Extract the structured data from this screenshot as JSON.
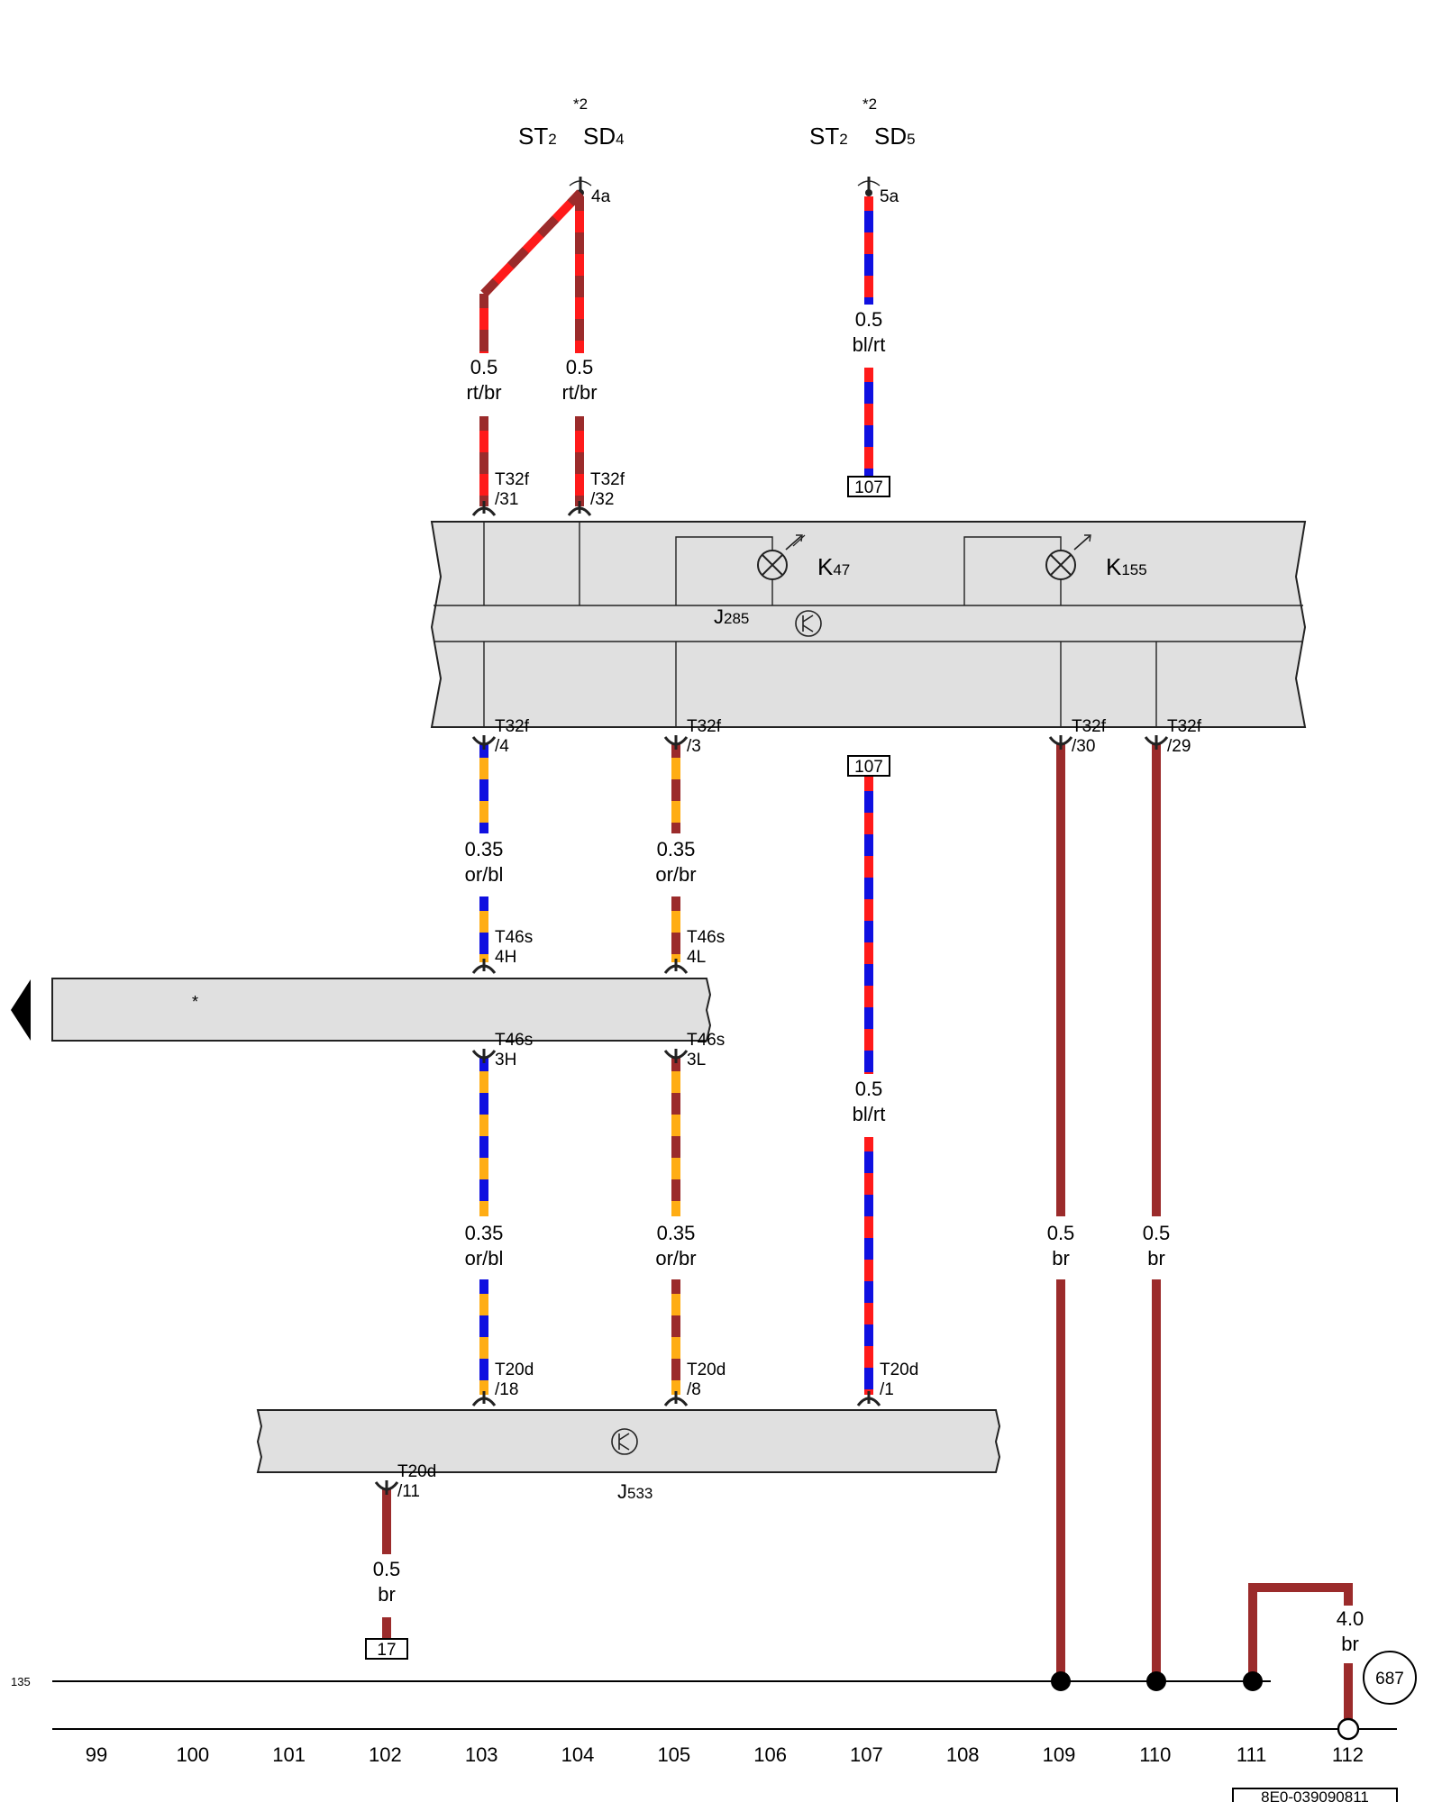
{
  "colors": {
    "rt": "#ff1a1a",
    "br": "#9b2b2b",
    "bl": "#1010e0",
    "or": "#ffad14",
    "frame_fill": "#e0e0e0"
  },
  "top": {
    "star_left": "*2",
    "star_right": "*2",
    "st2_left": "ST",
    "st2_left_sub": "2",
    "sd4": "SD",
    "sd4_sub": "4",
    "st2_right": "ST",
    "st2_right_sub": "2",
    "sd5": "SD",
    "sd5_sub": "5",
    "pin_4a": "4a",
    "pin_5a": "5a"
  },
  "wires": {
    "w1_size": "0.5",
    "w1_color": "rt/br",
    "w2_size": "0.5",
    "w2_color": "rt/br",
    "w3_size": "0.5",
    "w3_color": "bl/rt",
    "w4_size": "0.35",
    "w4_color": "or/bl",
    "w5_size": "0.35",
    "w5_color": "or/br",
    "w6_size": "0.5",
    "w6_color": "bl/rt",
    "w7_size": "0.35",
    "w7_color": "or/bl",
    "w8_size": "0.35",
    "w8_color": "or/br",
    "w9_size": "0.5",
    "w9_color": "br",
    "w10_size": "0.5",
    "w10_color": "br",
    "w11_size": "0.5",
    "w11_color": "br",
    "w12_size": "4.0",
    "w12_color": "br"
  },
  "connectors": {
    "t32f_31_a": "T32f",
    "t32f_31_b": "/31",
    "t32f_32_a": "T32f",
    "t32f_32_b": "/32",
    "t32f_4_a": "T32f",
    "t32f_4_b": "/4",
    "t32f_3_a": "T32f",
    "t32f_3_b": "/3",
    "t32f_30_a": "T32f",
    "t32f_30_b": "/30",
    "t32f_29_a": "T32f",
    "t32f_29_b": "/29",
    "t46s_4h_a": "T46s",
    "t46s_4h_b": "4H",
    "t46s_4l_a": "T46s",
    "t46s_4l_b": "4L",
    "t46s_3h_a": "T46s",
    "t46s_3h_b": "3H",
    "t46s_3l_a": "T46s",
    "t46s_3l_b": "3L",
    "t20d_18_a": "T20d",
    "t20d_18_b": "/18",
    "t20d_8_a": "T20d",
    "t20d_8_b": "/8",
    "t20d_1_a": "T20d",
    "t20d_1_b": "/1",
    "t20d_11_a": "T20d",
    "t20d_11_b": "/11"
  },
  "components": {
    "k47": "K",
    "k47_sub": "47",
    "k155": "K",
    "k155_sub": "155",
    "j285": "J",
    "j285_sub": "285",
    "j533": "J",
    "j533_sub": "533",
    "bus_star": "*"
  },
  "refs": {
    "ref_107_top": "107",
    "ref_107_mid": "107",
    "ref_17": "17",
    "ref_687": "687"
  },
  "ground": {
    "line_number": "135"
  },
  "columns": [
    "99",
    "100",
    "101",
    "102",
    "103",
    "104",
    "105",
    "106",
    "107",
    "108",
    "109",
    "110",
    "111",
    "112"
  ],
  "footer": {
    "code": "8E0-039090811"
  }
}
